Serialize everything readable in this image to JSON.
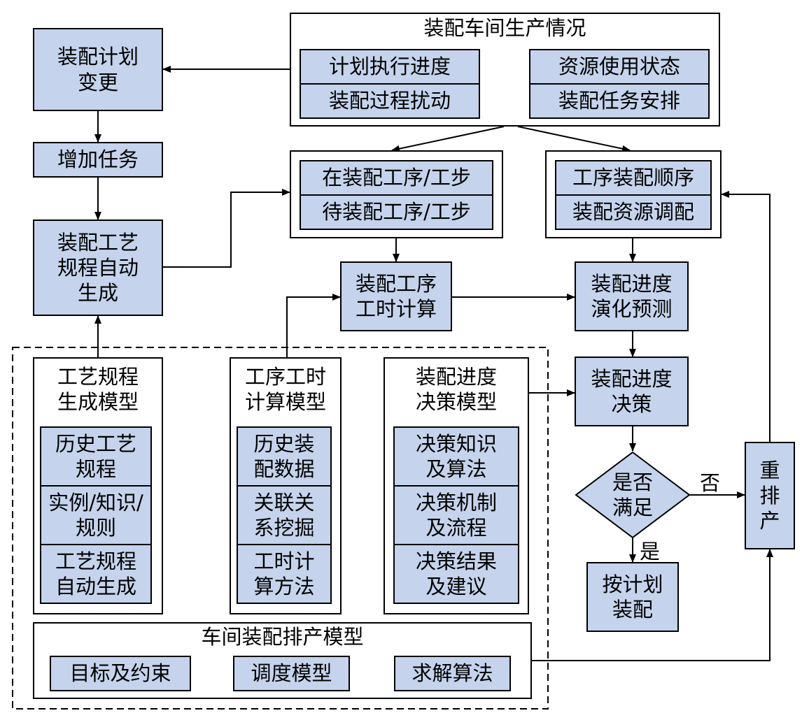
{
  "plan_change": "装配计划变更",
  "add_task": "增加任务",
  "auto_gen": "装配工艺规程自动生成",
  "workshop": {
    "title": "装配车间生产情况",
    "items": [
      "计划执行进度",
      "资源使用状态",
      "装配过程扰动",
      "装配任务安排"
    ]
  },
  "process_steps": [
    "在装配工序/工步",
    "待装配工序/工步"
  ],
  "resource_group": [
    "工序装配顺序",
    "装配资源调配"
  ],
  "time_calc": "装配工序工时计算",
  "predict": "装配进度演化预测",
  "decision": "装配进度决策",
  "diamond": "是否满足",
  "yes": "是",
  "no": "否",
  "assemble": "按计划装配",
  "reschedule": "重排产",
  "models": [
    {
      "title": "工艺规程生成模型",
      "items": [
        "历史工艺规程",
        "实例/知识/规则",
        "工艺规程自动生成"
      ]
    },
    {
      "title": "工序工时计算模型",
      "items": [
        "历史装配数据",
        "关联关系挖掘",
        "工时计算方法"
      ]
    },
    {
      "title": "装配进度决策模型",
      "items": [
        "决策知识及算法",
        "决策机制及流程",
        "决策结果及建议"
      ]
    }
  ],
  "scheduling": {
    "title": "车间装配排产模型",
    "items": [
      "目标及约束",
      "调度模型",
      "求解算法"
    ]
  }
}
